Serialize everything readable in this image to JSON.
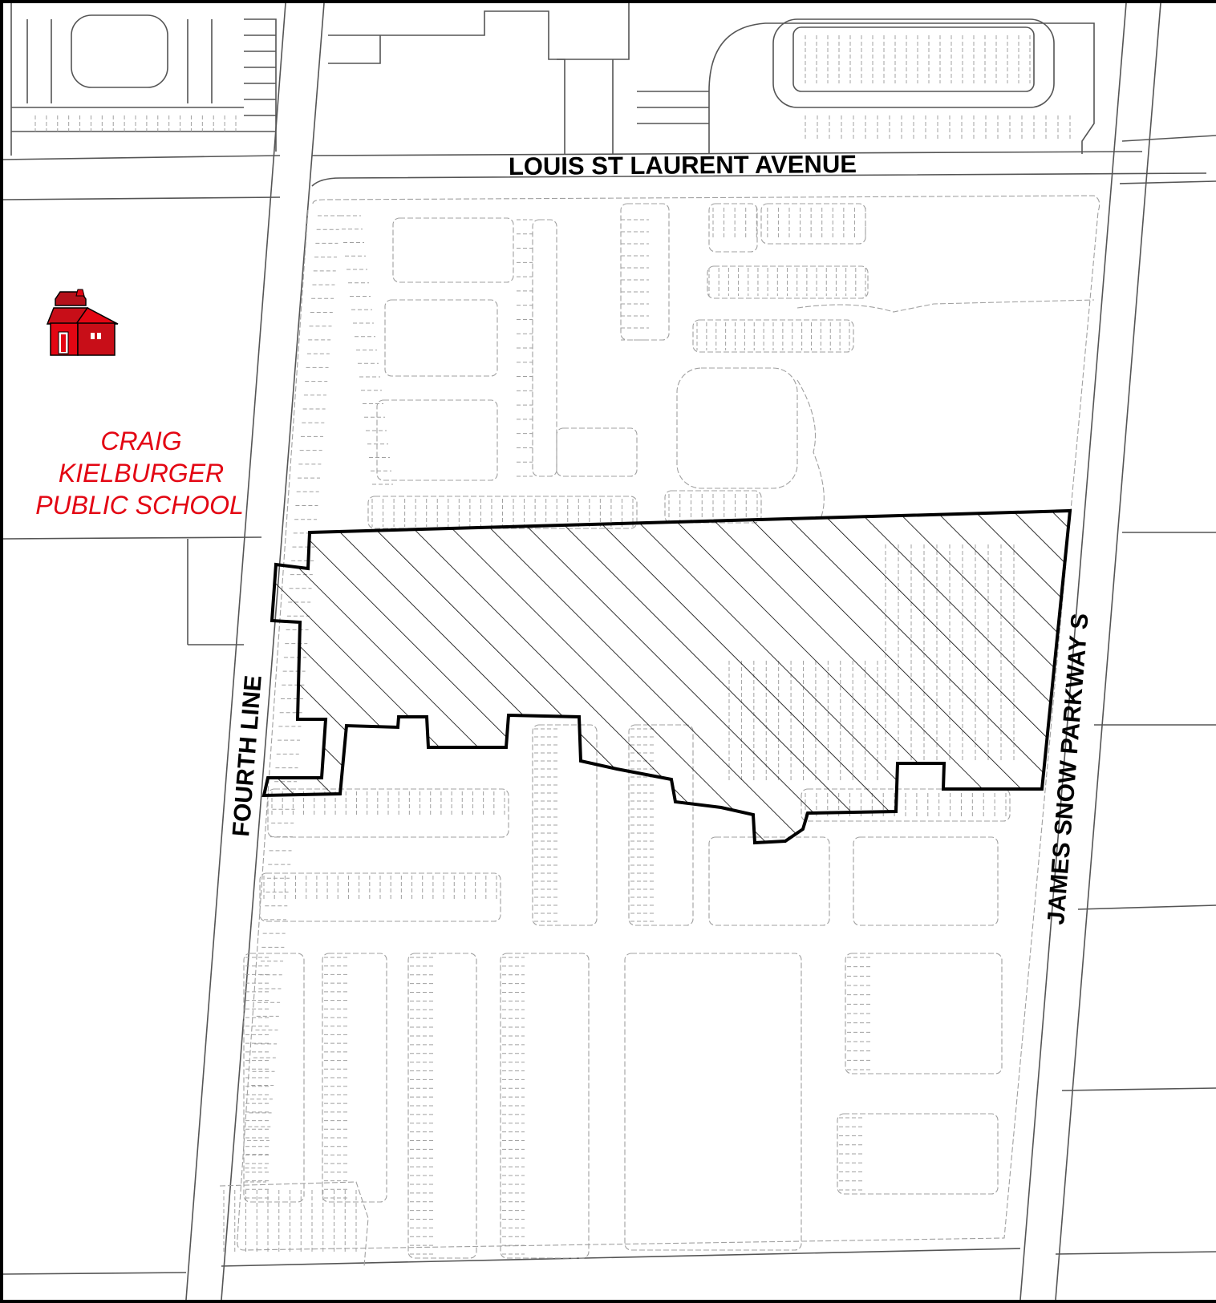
{
  "map": {
    "roads": {
      "north": "LOUIS ST LAURENT AVENUE",
      "west": "FOURTH LINE",
      "east": "JAMES SNOW PARKWAY S"
    },
    "school": {
      "line1": "CRAIG",
      "line2": "KIELBURGER",
      "line3": "PUBLIC SCHOOL",
      "icon": "schoolhouse-icon",
      "color": "#e30613"
    },
    "subject_lands": {
      "pattern": "diagonal-hatch",
      "outline_color": "#000000"
    },
    "lot_line_color": "#9a9a9a",
    "road_line_color": "#555555"
  }
}
